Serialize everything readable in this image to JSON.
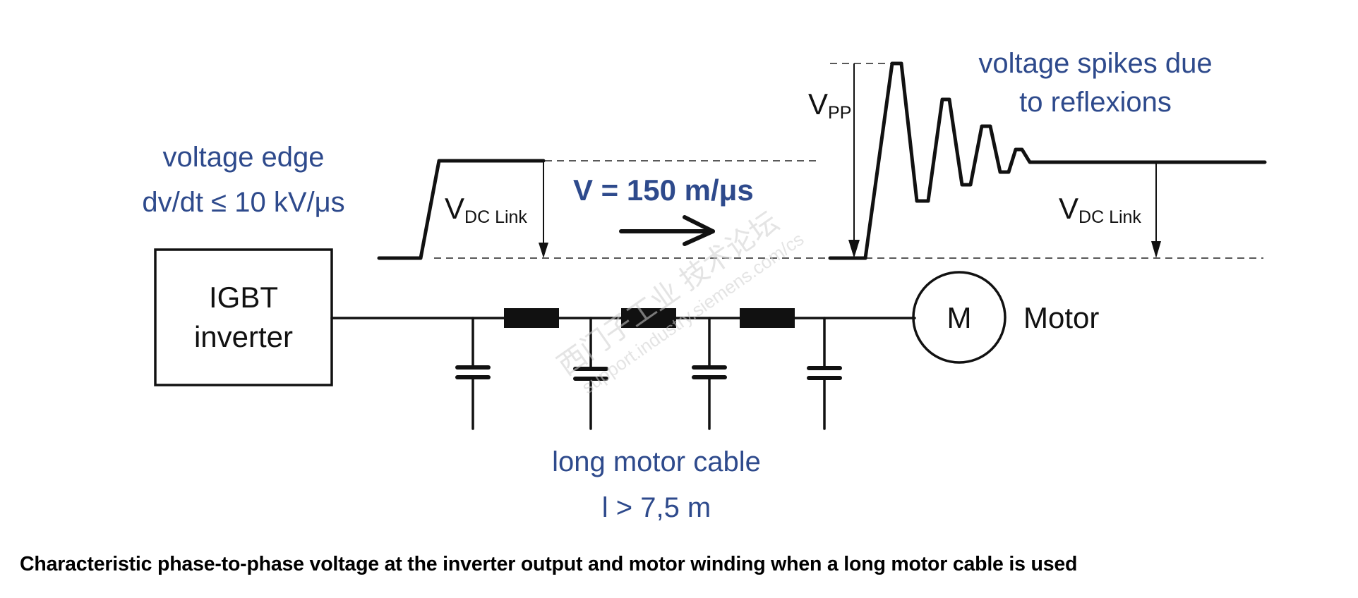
{
  "labels": {
    "voltage_edge": {
      "line1": "voltage edge",
      "line2": "dv/dt ≤ 10 kV/μs"
    },
    "vdc_link_left": {
      "main": "V",
      "sub": "DC Link"
    },
    "velocity": "V = 150 m/μs",
    "spikes": {
      "line1": "voltage spikes due",
      "line2": "to reflexions"
    },
    "vpp": {
      "main": "V",
      "sub": "PP"
    },
    "vdc_link_right": {
      "main": "V",
      "sub": "DC Link"
    },
    "inverter": {
      "line1": "IGBT",
      "line2": "inverter"
    },
    "motor_symbol": "M",
    "motor_label": "Motor",
    "cable": {
      "line1": "long motor cable",
      "line2": "l > 7,5 m"
    },
    "watermark": {
      "line1": "西门子工业 技术论坛",
      "line2": "support.industry.siemens.com/cs"
    }
  },
  "caption": "Characteristic phase-to-phase voltage at the inverter output and motor winding when a long motor cable is used",
  "colors": {
    "annotation_blue": "#2e4a8c",
    "line_black": "#111111"
  }
}
